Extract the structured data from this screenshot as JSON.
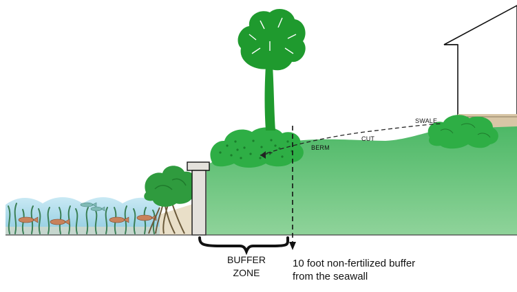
{
  "labels": {
    "swale": "SWALE",
    "cut": "CUT",
    "berm": "BERM",
    "buffer_zone_line1": "BUFFER",
    "buffer_zone_line2": "ZONE",
    "buffer_note_line1": "10 foot non-fertilized buffer",
    "buffer_note_line2": "from the seawall"
  },
  "colors": {
    "lawn": "#5fc07a",
    "water": "#a9d9e9",
    "seawall": "#e4e1dc",
    "tree_green": "#1f9a2e",
    "shrub_green": "#33b04a",
    "patio": "#d8c6a6",
    "fish": "#c8825c"
  },
  "icons": [
    "palm-tree-icon",
    "mangrove-icon",
    "fish-icon",
    "seagrass-icon",
    "house-icon",
    "shrub-icon",
    "brace-icon",
    "arrow-down-icon"
  ]
}
